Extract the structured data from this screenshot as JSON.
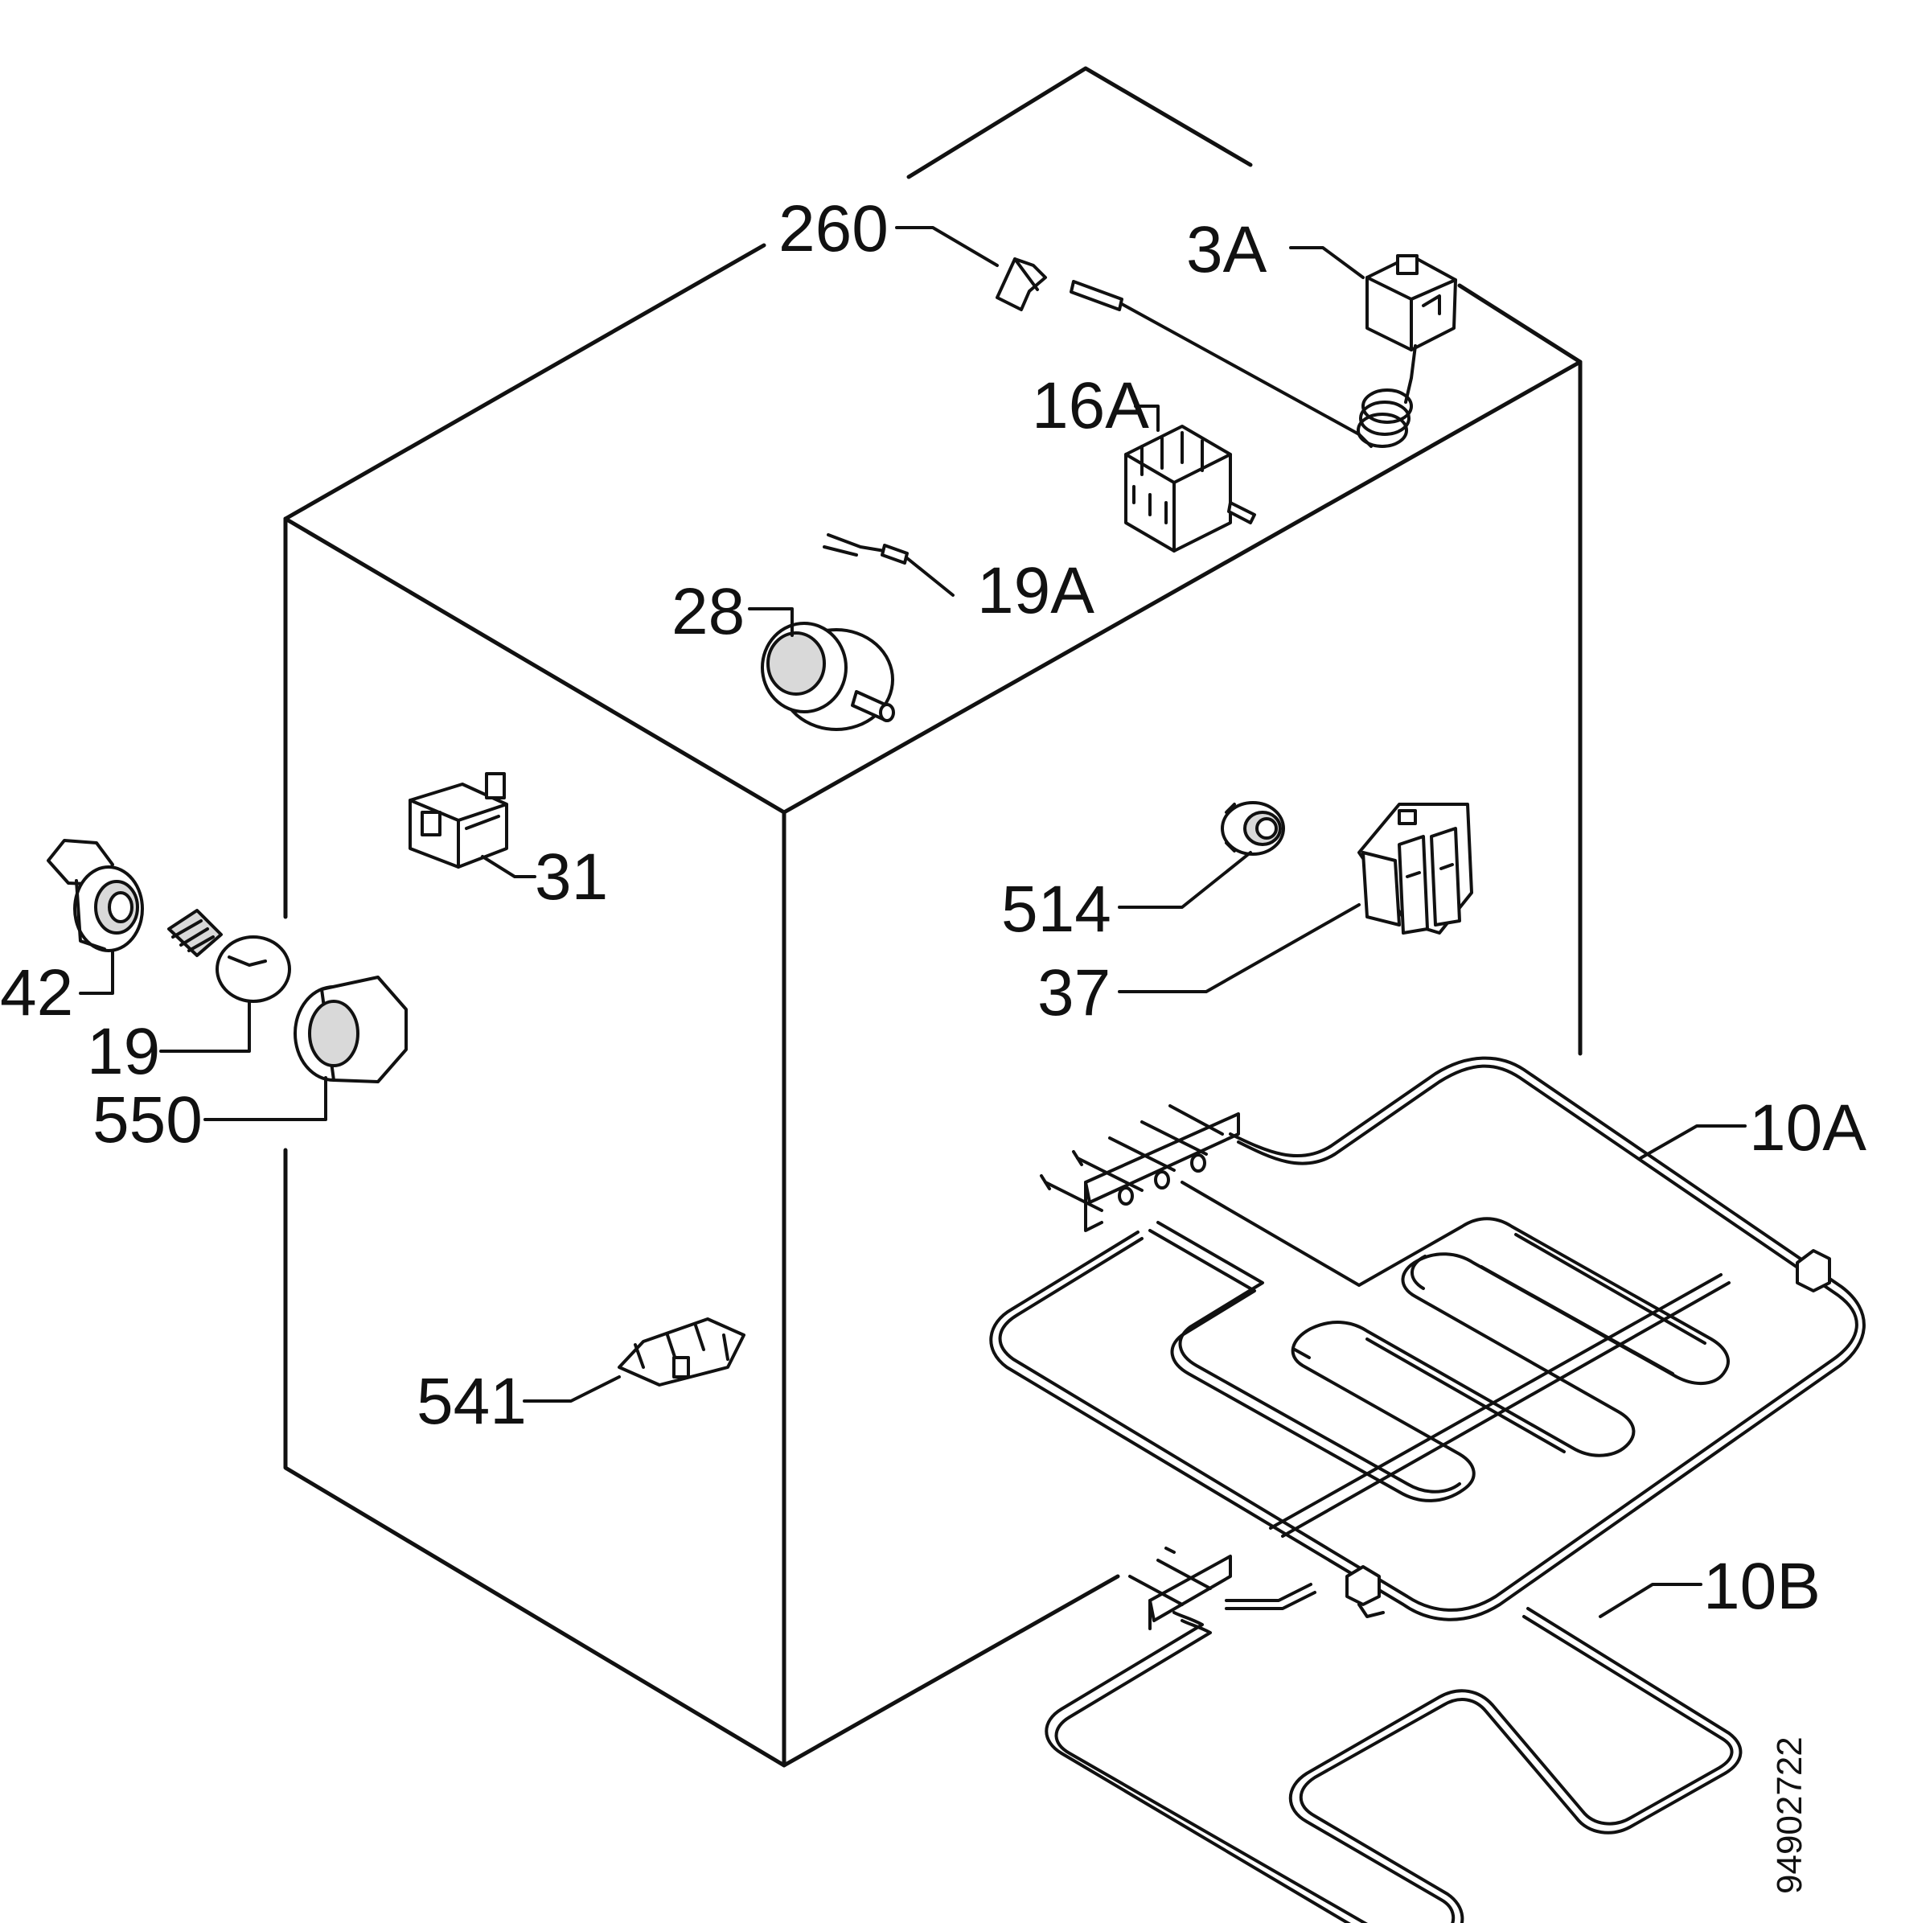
{
  "labels": {
    "p260": "260",
    "p3A": "3A",
    "p16A": "16A",
    "p19A": "19A",
    "p28": "28",
    "p31": "31",
    "p42": "42",
    "p19": "19",
    "p550": "550",
    "p514": "514",
    "p37": "37",
    "p10A": "10A",
    "p10B": "10B",
    "p541": "541"
  },
  "drawing_code": "94902722"
}
